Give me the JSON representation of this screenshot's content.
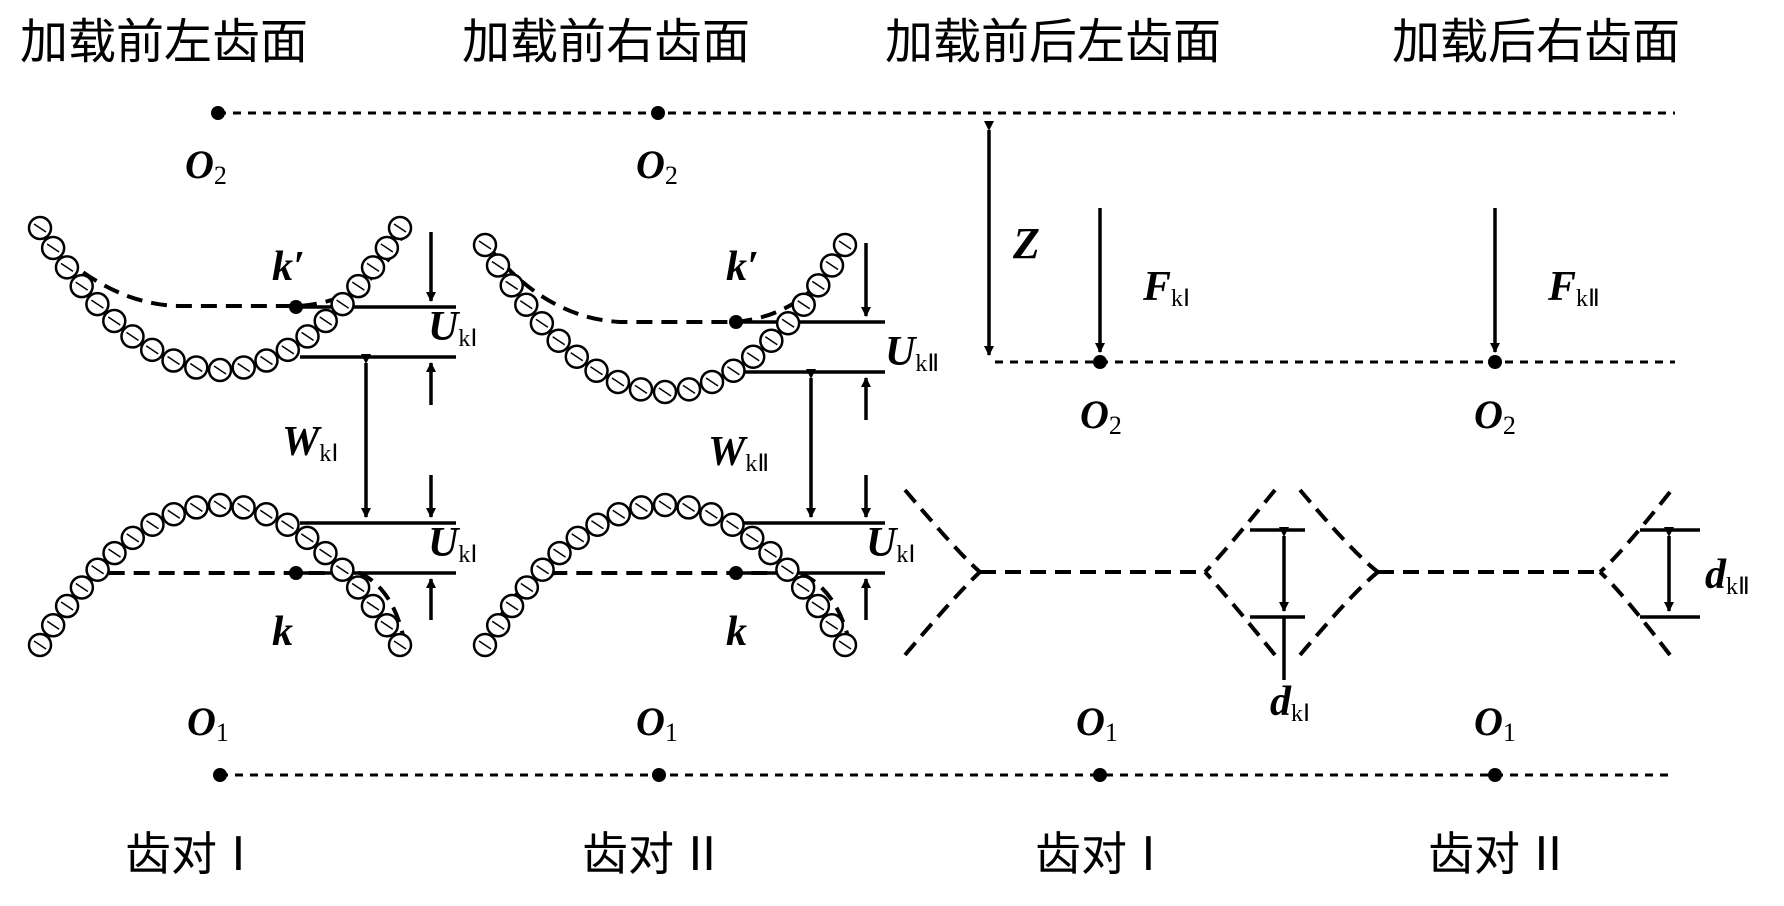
{
  "headers": [
    "加载前左齿面",
    "加载前右齿面",
    "加载前后左齿面",
    "加载后右齿面"
  ],
  "footers": [
    "齿对 I",
    "齿对 II",
    "齿对 I",
    "齿对 II"
  ],
  "labels": {
    "O2": "O",
    "O2_sub": "2",
    "O1": "O",
    "O1_sub": "1",
    "k": "k",
    "kprime": "k′",
    "Z": "Z",
    "U": "U",
    "W": "W",
    "F": "F",
    "d": "d",
    "sub_kI": "kⅠ",
    "sub_kII": "kⅡ"
  }
}
